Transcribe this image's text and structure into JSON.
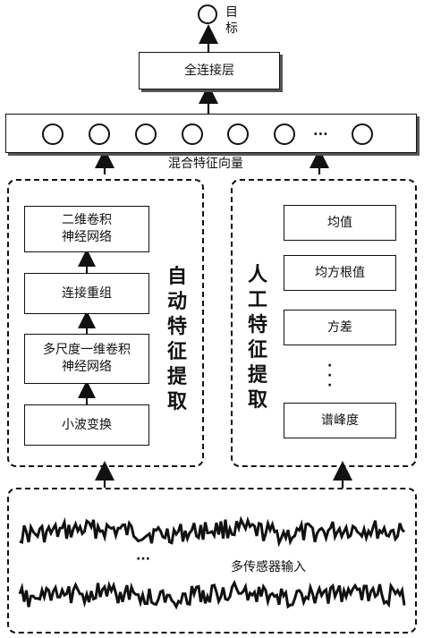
{
  "target": {
    "label_line1": "目",
    "label_line2": "标"
  },
  "fc_layer": {
    "label": "全连接层"
  },
  "hybrid_vector": {
    "label": "混合特征向量",
    "ellipsis": "···"
  },
  "auto_branch": {
    "title": "自动特征提取",
    "steps": [
      {
        "line1": "二维卷积",
        "line2": "神经网络"
      },
      {
        "line1": "连接重组",
        "line2": ""
      },
      {
        "line1": "多尺度一维卷积",
        "line2": "神经网络"
      },
      {
        "line1": "小波变换",
        "line2": ""
      }
    ]
  },
  "manual_branch": {
    "title": "人工特征提取",
    "features": [
      "均值",
      "均方根值",
      "方差",
      "谱峰度"
    ],
    "ellipsis": "·\n·\n·"
  },
  "input": {
    "label": "多传感器输入",
    "ellipsis": "···"
  }
}
